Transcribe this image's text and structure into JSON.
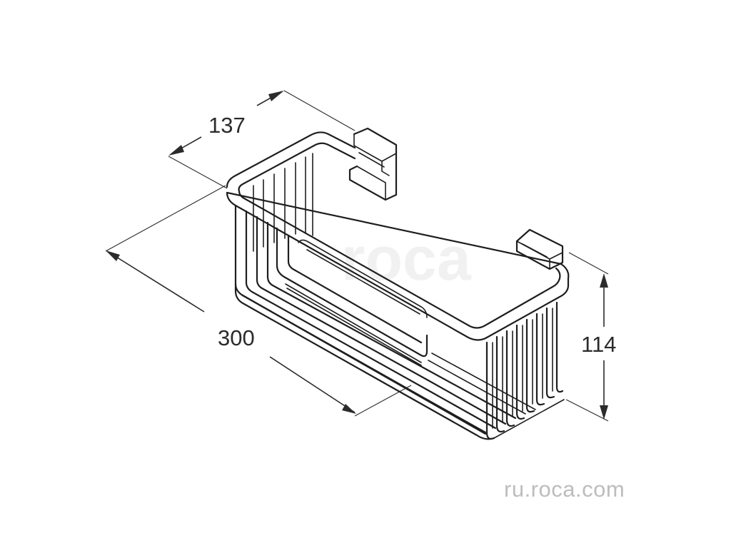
{
  "dimensions": {
    "depth": "137",
    "width": "300",
    "height": "114"
  },
  "logo_watermark": "roca",
  "site_url": "ru.roca.com",
  "colors": {
    "line": "#1e1e1e",
    "dimension": "#2b2b2b",
    "url_text": "#bdbdbd",
    "watermark": "#f1f1f1",
    "background": "#ffffff"
  }
}
